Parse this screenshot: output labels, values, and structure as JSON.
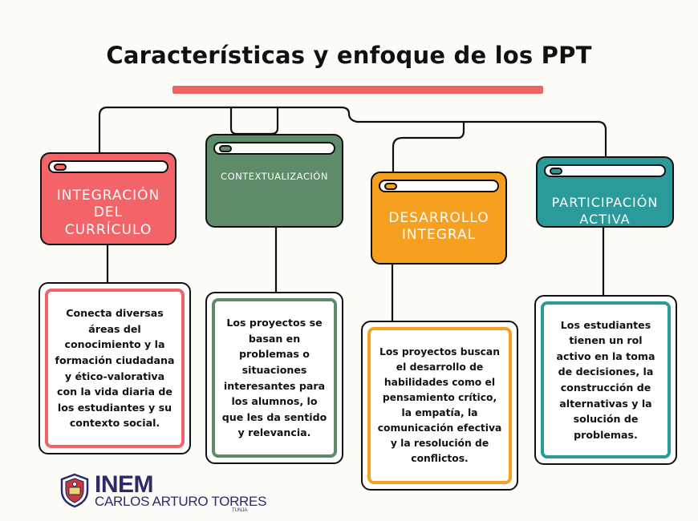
{
  "title": "Características y enfoque de los PPT",
  "colors": {
    "accent_line": "#f06363",
    "red": "#f26467",
    "green": "#5e8b6a",
    "orange": "#f5a020",
    "teal": "#2a9a9b",
    "logo": "#2b2b6b"
  },
  "cards": [
    {
      "heading": "INTEGRACIÓN DEL CURRÍCULO",
      "description": "Conecta diversas áreas del conocimiento y la formación ciudadana y ético-valorativa con la vida diaria de los estudiantes y su contexto social."
    },
    {
      "heading": "CONTEXTUALIZACIÓN",
      "description": "Los proyectos se basan en problemas o situaciones interesantes para los alumnos, lo que les da sentido y relevancia."
    },
    {
      "heading": "DESARROLLO INTEGRAL",
      "description": "Los proyectos buscan el desarrollo de habilidades como el pensamiento crítico, la empatía, la comunicación efectiva y la resolución de conflictos."
    },
    {
      "heading": "PARTICIPACIÓN ACTIVA",
      "description": "Los estudiantes tienen un rol activo en la toma de decisiones, la construcción de alternativas y la solución de problemas."
    }
  ],
  "logo": {
    "name": "INEM",
    "school": "CARLOS ARTURO TORRES",
    "city": "TUNJA",
    "icon": "shield-crest-icon"
  }
}
